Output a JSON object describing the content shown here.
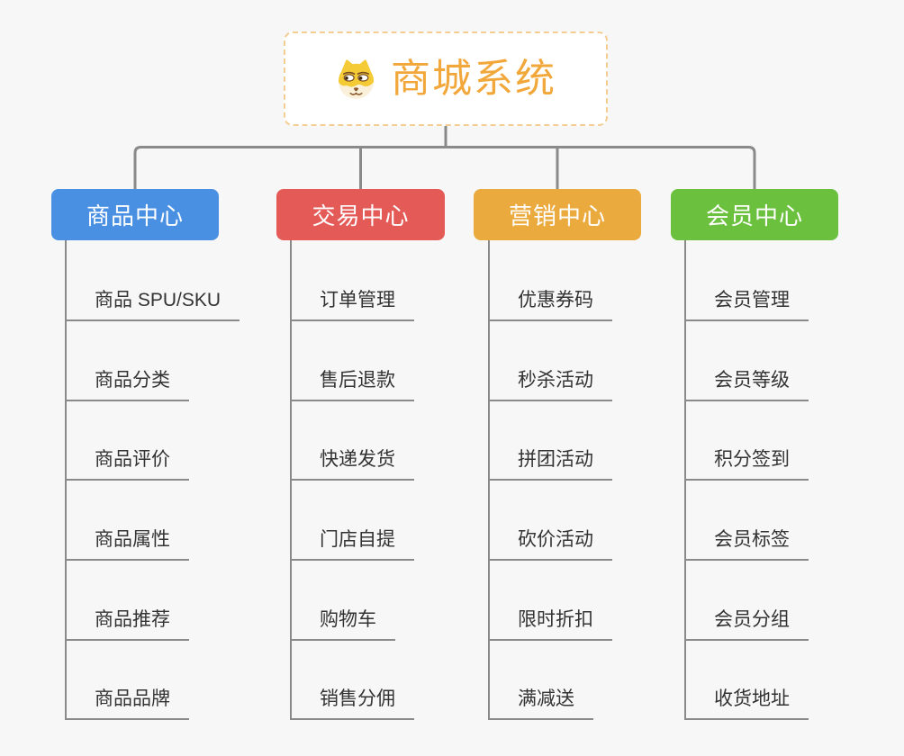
{
  "root": {
    "title": "商城系统",
    "icon": "dog-face-icon"
  },
  "branches": [
    {
      "label": "商品中心",
      "color": "#4a90e2",
      "items": [
        "商品 SPU/SKU",
        "商品分类",
        "商品评价",
        "商品属性",
        "商品推荐",
        "商品品牌"
      ]
    },
    {
      "label": "交易中心",
      "color": "#e45a57",
      "items": [
        "订单管理",
        "售后退款",
        "快递发货",
        "门店自提",
        "购物车",
        "销售分佣"
      ]
    },
    {
      "label": "营销中心",
      "color": "#ebaa3e",
      "items": [
        "优惠券码",
        "秒杀活动",
        "拼团活动",
        "砍价活动",
        "限时折扣",
        "满减送"
      ]
    },
    {
      "label": "会员中心",
      "color": "#6bc03e",
      "items": [
        "会员管理",
        "会员等级",
        "积分签到",
        "会员标签",
        "会员分组",
        "收货地址"
      ]
    }
  ],
  "colors": {
    "background": "#f7f7f7",
    "connector_line": "#8a8a8a",
    "root_accent": "#f2a73b",
    "root_border": "#f4cd92",
    "item_text": "#333333"
  }
}
